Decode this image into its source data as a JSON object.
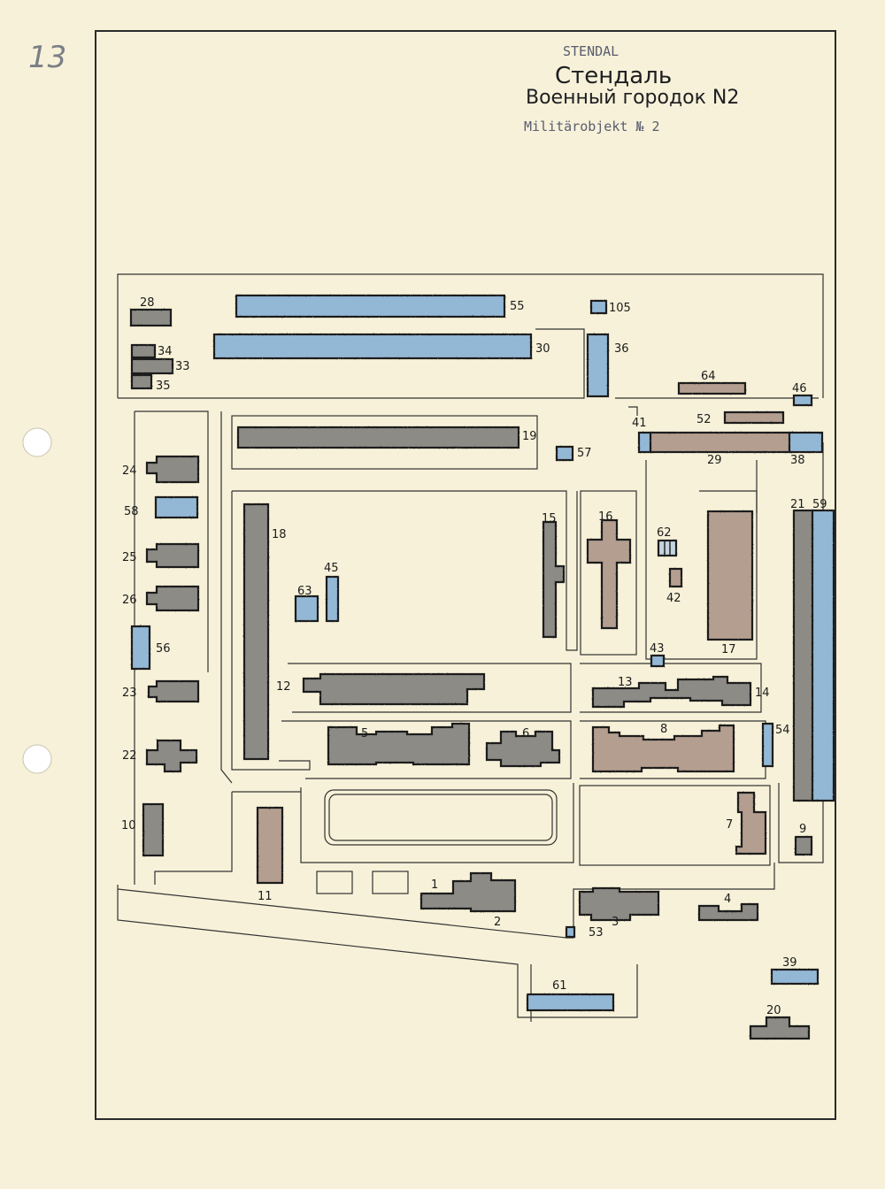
{
  "header": {
    "page_number": "13",
    "title_latin": "STENDAL",
    "title_cyrillic": "Стендаль",
    "subtitle_cyrillic": "Военный городок N2",
    "subtitle_german": "Militärobjekt № 2"
  },
  "colors": {
    "paper": "#f6f1d8",
    "gray_building": "#8d8b86",
    "blue_building": "#93b8d6",
    "brown_building": "#b39e90",
    "outline": "#1e1e1e"
  },
  "buildings": [
    {
      "label": "55",
      "color": "blue"
    },
    {
      "label": "30",
      "color": "blue"
    },
    {
      "label": "28",
      "color": "gray"
    },
    {
      "label": "34",
      "color": "gray"
    },
    {
      "label": "33",
      "color": "gray"
    },
    {
      "label": "35",
      "color": "gray"
    },
    {
      "label": "105",
      "color": "blue"
    },
    {
      "label": "36",
      "color": "blue"
    },
    {
      "label": "64",
      "color": "brown"
    },
    {
      "label": "46",
      "color": "blue"
    },
    {
      "label": "52",
      "color": "brown"
    },
    {
      "label": "41",
      "color": "blue"
    },
    {
      "label": "29",
      "color": "brown"
    },
    {
      "label": "38",
      "color": "blue"
    },
    {
      "label": "19",
      "color": "gray"
    },
    {
      "label": "57",
      "color": "blue"
    },
    {
      "label": "24",
      "color": "gray"
    },
    {
      "label": "58",
      "color": "blue"
    },
    {
      "label": "25",
      "color": "gray"
    },
    {
      "label": "26",
      "color": "gray"
    },
    {
      "label": "56",
      "color": "blue"
    },
    {
      "label": "23",
      "color": "gray"
    },
    {
      "label": "22",
      "color": "gray"
    },
    {
      "label": "18",
      "color": "gray"
    },
    {
      "label": "63",
      "color": "blue"
    },
    {
      "label": "45",
      "color": "blue"
    },
    {
      "label": "15",
      "color": "gray"
    },
    {
      "label": "16",
      "color": "brown"
    },
    {
      "label": "62",
      "color": "blue"
    },
    {
      "label": "42",
      "color": "brown"
    },
    {
      "label": "17",
      "color": "brown"
    },
    {
      "label": "21",
      "color": "gray"
    },
    {
      "label": "59",
      "color": "blue"
    },
    {
      "label": "43",
      "color": "blue"
    },
    {
      "label": "12",
      "color": "gray"
    },
    {
      "label": "13",
      "color": "gray"
    },
    {
      "label": "14",
      "color": "gray"
    },
    {
      "label": "5",
      "color": "gray"
    },
    {
      "label": "6",
      "color": "gray"
    },
    {
      "label": "8",
      "color": "brown"
    },
    {
      "label": "54",
      "color": "blue"
    },
    {
      "label": "10",
      "color": "gray"
    },
    {
      "label": "11",
      "color": "brown"
    },
    {
      "label": "7",
      "color": "brown"
    },
    {
      "label": "9",
      "color": "gray"
    },
    {
      "label": "1",
      "color": "gray"
    },
    {
      "label": "2",
      "color": "gray"
    },
    {
      "label": "3",
      "color": "gray"
    },
    {
      "label": "53",
      "color": "blue"
    },
    {
      "label": "4",
      "color": "gray"
    },
    {
      "label": "61",
      "color": "blue"
    },
    {
      "label": "39",
      "color": "blue"
    },
    {
      "label": "20",
      "color": "gray"
    }
  ]
}
